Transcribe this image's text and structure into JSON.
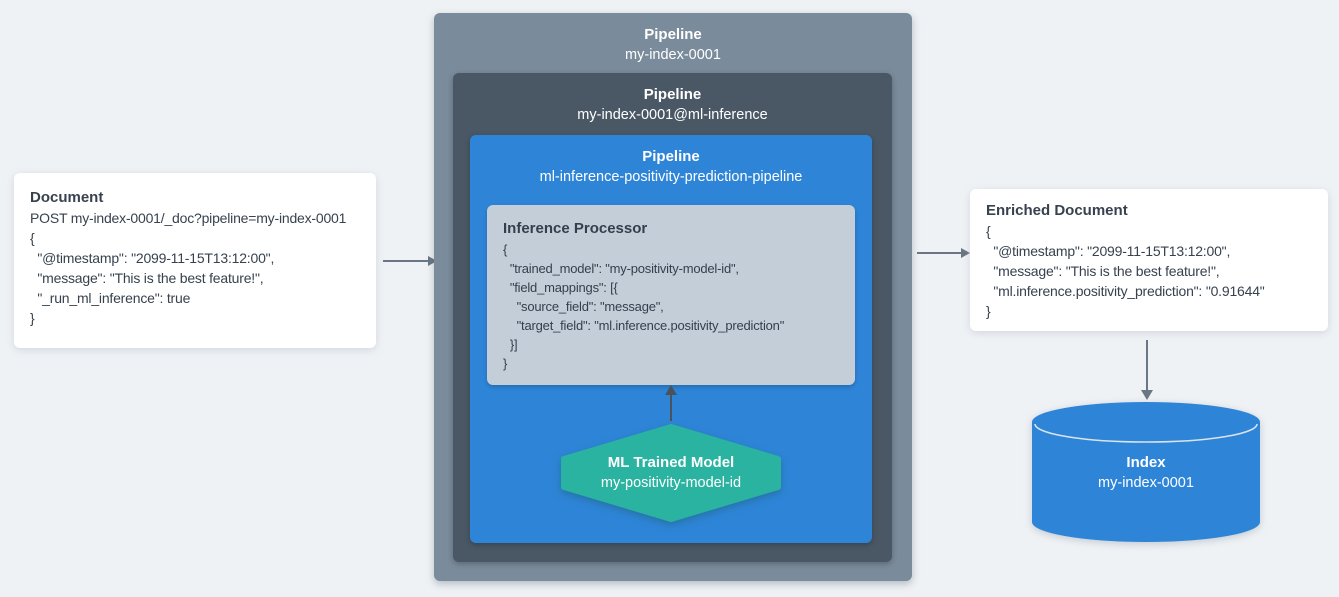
{
  "colors": {
    "background": "#eff2f5",
    "outer_pipeline_box": "#7a8b9b",
    "ml_pipeline_box": "#4a5866",
    "inference_pipeline_box": "#2e85d8",
    "processor_box": "#c4ced8",
    "model_hexagon": "#2ab3a0",
    "index_cylinder": "#2e85d8",
    "arrow": "#6a7684",
    "card_text": "#37424e"
  },
  "document_card": {
    "title": "Document",
    "code": [
      "POST my-index-0001/_doc?pipeline=my-index-0001",
      "{",
      "  \"@timestamp\": \"2099-11-15T13:12:00\",",
      "  \"message\": \"This is the best feature!\",",
      "  \"_run_ml_inference\": true",
      "}"
    ]
  },
  "pipeline_outer": {
    "title": "Pipeline",
    "name": "my-index-0001"
  },
  "pipeline_ml_inference": {
    "title": "Pipeline",
    "name": "my-index-0001@ml-inference"
  },
  "pipeline_inference": {
    "title": "Pipeline",
    "name": "ml-inference-positivity-prediction-pipeline"
  },
  "inference_processor": {
    "title": "Inference Processor",
    "code": [
      "{",
      "  \"trained_model\": \"my-positivity-model-id\",",
      "  \"field_mappings\": [{",
      "    \"source_field\": \"message\",",
      "    \"target_field\": \"ml.inference.positivity_prediction\"",
      "  }]",
      "}"
    ]
  },
  "ml_trained_model": {
    "title": "ML Trained Model",
    "name": "my-positivity-model-id"
  },
  "enriched_document_card": {
    "title": "Enriched Document",
    "code": [
      "{",
      "  \"@timestamp\": \"2099-11-15T13:12:00\",",
      "  \"message\": \"This is the best feature!\",",
      "  \"ml.inference.positivity_prediction\": \"0.91644\"",
      "}"
    ]
  },
  "index_cylinder": {
    "title": "Index",
    "name": "my-index-0001"
  }
}
